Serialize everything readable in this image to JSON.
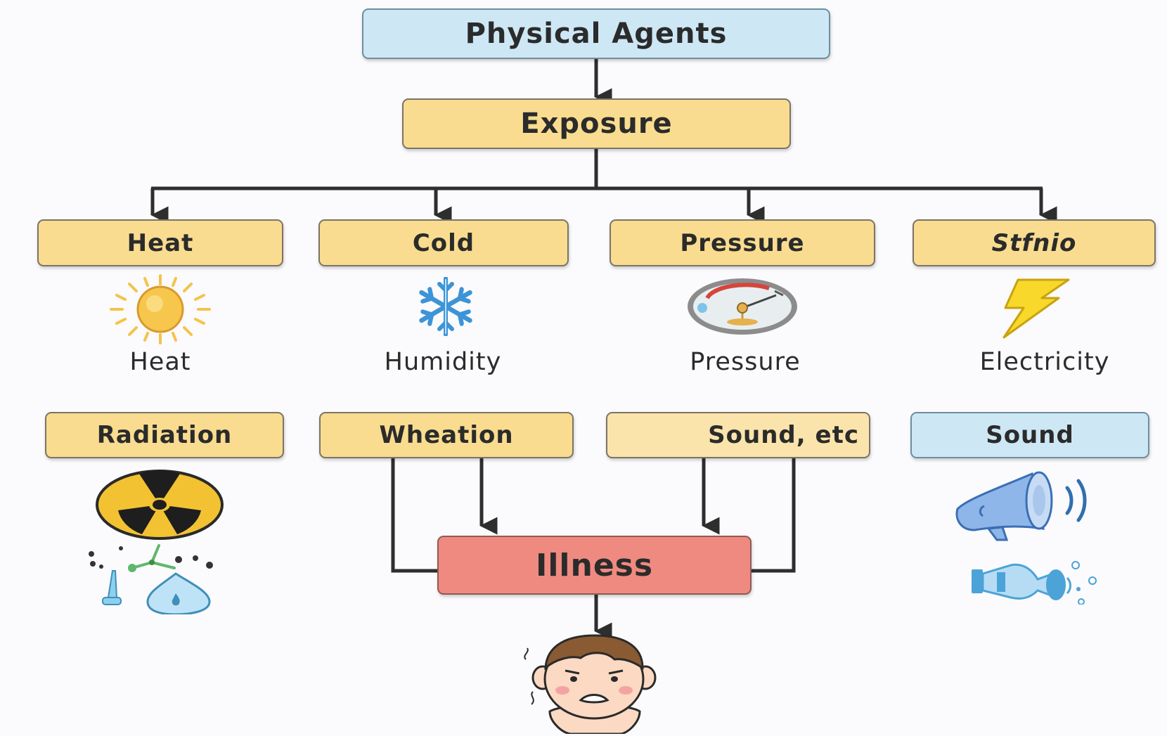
{
  "title": "Physical Agents",
  "exposure": "Exposure",
  "categories": [
    {
      "label": "Heat",
      "icon": "sun-icon",
      "caption": "Heat"
    },
    {
      "label": "Cold",
      "icon": "snowflake-icon",
      "caption": "Humidity"
    },
    {
      "label": "Pressure",
      "icon": "pressure-gauge-icon",
      "caption": "Pressure"
    },
    {
      "label": "Stfnio",
      "icon": "lightning-bolt-icon",
      "caption": "Electricity"
    }
  ],
  "second_row": [
    {
      "label": "Radiation",
      "icon": "radiation-icon"
    },
    {
      "label": "Wheation"
    },
    {
      "label": "Sound, etc"
    },
    {
      "label": "Sound",
      "icon": "megaphone-icon"
    }
  ],
  "outcome": "Illness",
  "outcome_icon": "sick-child-icon",
  "colors": {
    "title_box": "#cde7f5",
    "category_box": "#f9dc8f",
    "illness_box": "#ef8a80",
    "connector": "#2e2e2e"
  }
}
